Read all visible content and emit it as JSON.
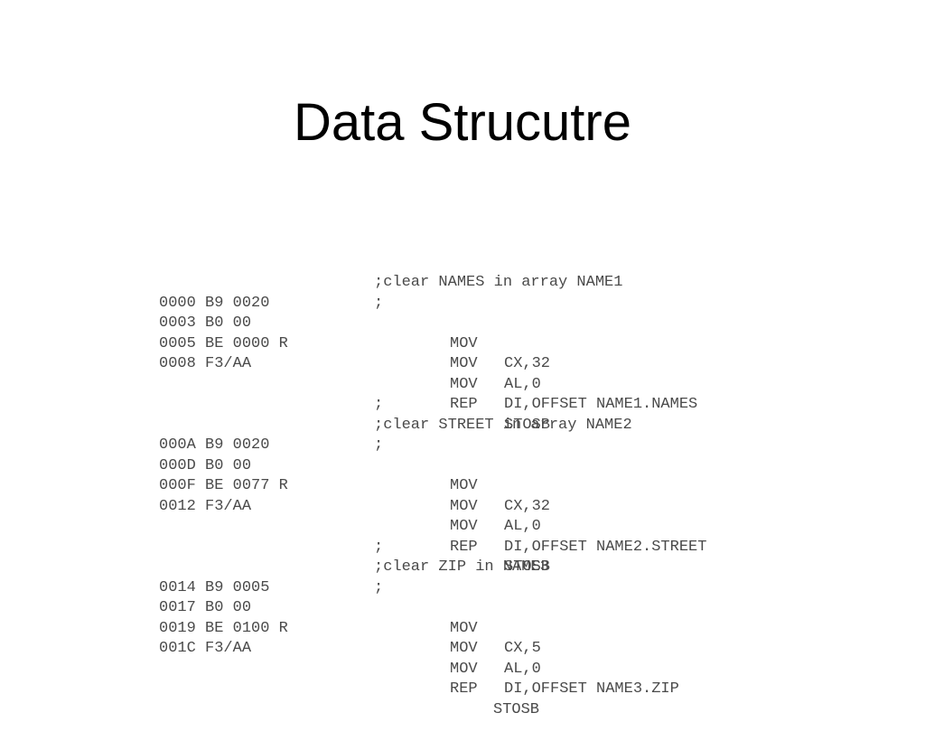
{
  "slide": {
    "title": "Data Strucutre"
  },
  "listing": [
    {
      "addr": "",
      "comment": ";clear NAMES in array NAME1",
      "op": "",
      "arg": ""
    },
    {
      "addr": "",
      "comment": ";",
      "op": "",
      "arg": ""
    },
    {
      "addr": "0000 B9 0020",
      "comment": "",
      "op": "MOV",
      "arg": "CX,32"
    },
    {
      "addr": "0003 B0 00",
      "comment": "",
      "op": "MOV",
      "arg": "AL,0"
    },
    {
      "addr": "0005 BE 0000 R",
      "comment": "",
      "op": "MOV",
      "arg": "DI,OFFSET NAME1.NAMES"
    },
    {
      "addr": "0008 F3/AA",
      "comment": "",
      "op": "REP",
      "arg": "STOSB"
    },
    {
      "addr": "",
      "comment": ";",
      "op": "",
      "arg": ""
    },
    {
      "addr": "",
      "comment": ";clear STREET in array NAME2",
      "op": "",
      "arg": ""
    },
    {
      "addr": "",
      "comment": ";",
      "op": "",
      "arg": ""
    },
    {
      "addr": "000A B9 0020",
      "comment": "",
      "op": "MOV",
      "arg": "CX,32"
    },
    {
      "addr": "000D B0 00",
      "comment": "",
      "op": "MOV",
      "arg": "AL,0"
    },
    {
      "addr": "000F BE 0077 R",
      "comment": "",
      "op": "MOV",
      "arg": "DI,OFFSET NAME2.STREET"
    },
    {
      "addr": "0012 F3/AA",
      "comment": "",
      "op": "REP",
      "arg": "STOSB"
    },
    {
      "addr": "",
      "comment": ";",
      "op": "",
      "arg": ""
    },
    {
      "addr": "",
      "comment": ";clear ZIP in NAME3",
      "op": "",
      "arg": ""
    },
    {
      "addr": "",
      "comment": ";",
      "op": "",
      "arg": ""
    },
    {
      "addr": "0014 B9 0005",
      "comment": "",
      "op": "MOV",
      "arg": "CX,5"
    },
    {
      "addr": "0017 B0 00",
      "comment": "",
      "op": "MOV",
      "arg": "AL,0"
    },
    {
      "addr": "0019 BE 0100 R",
      "comment": "",
      "op": "MOV",
      "arg": "DI,OFFSET NAME3.ZIP"
    },
    {
      "addr": "001C F3/AA",
      "comment": "",
      "op": "REP",
      "arg": "STOSB"
    }
  ]
}
